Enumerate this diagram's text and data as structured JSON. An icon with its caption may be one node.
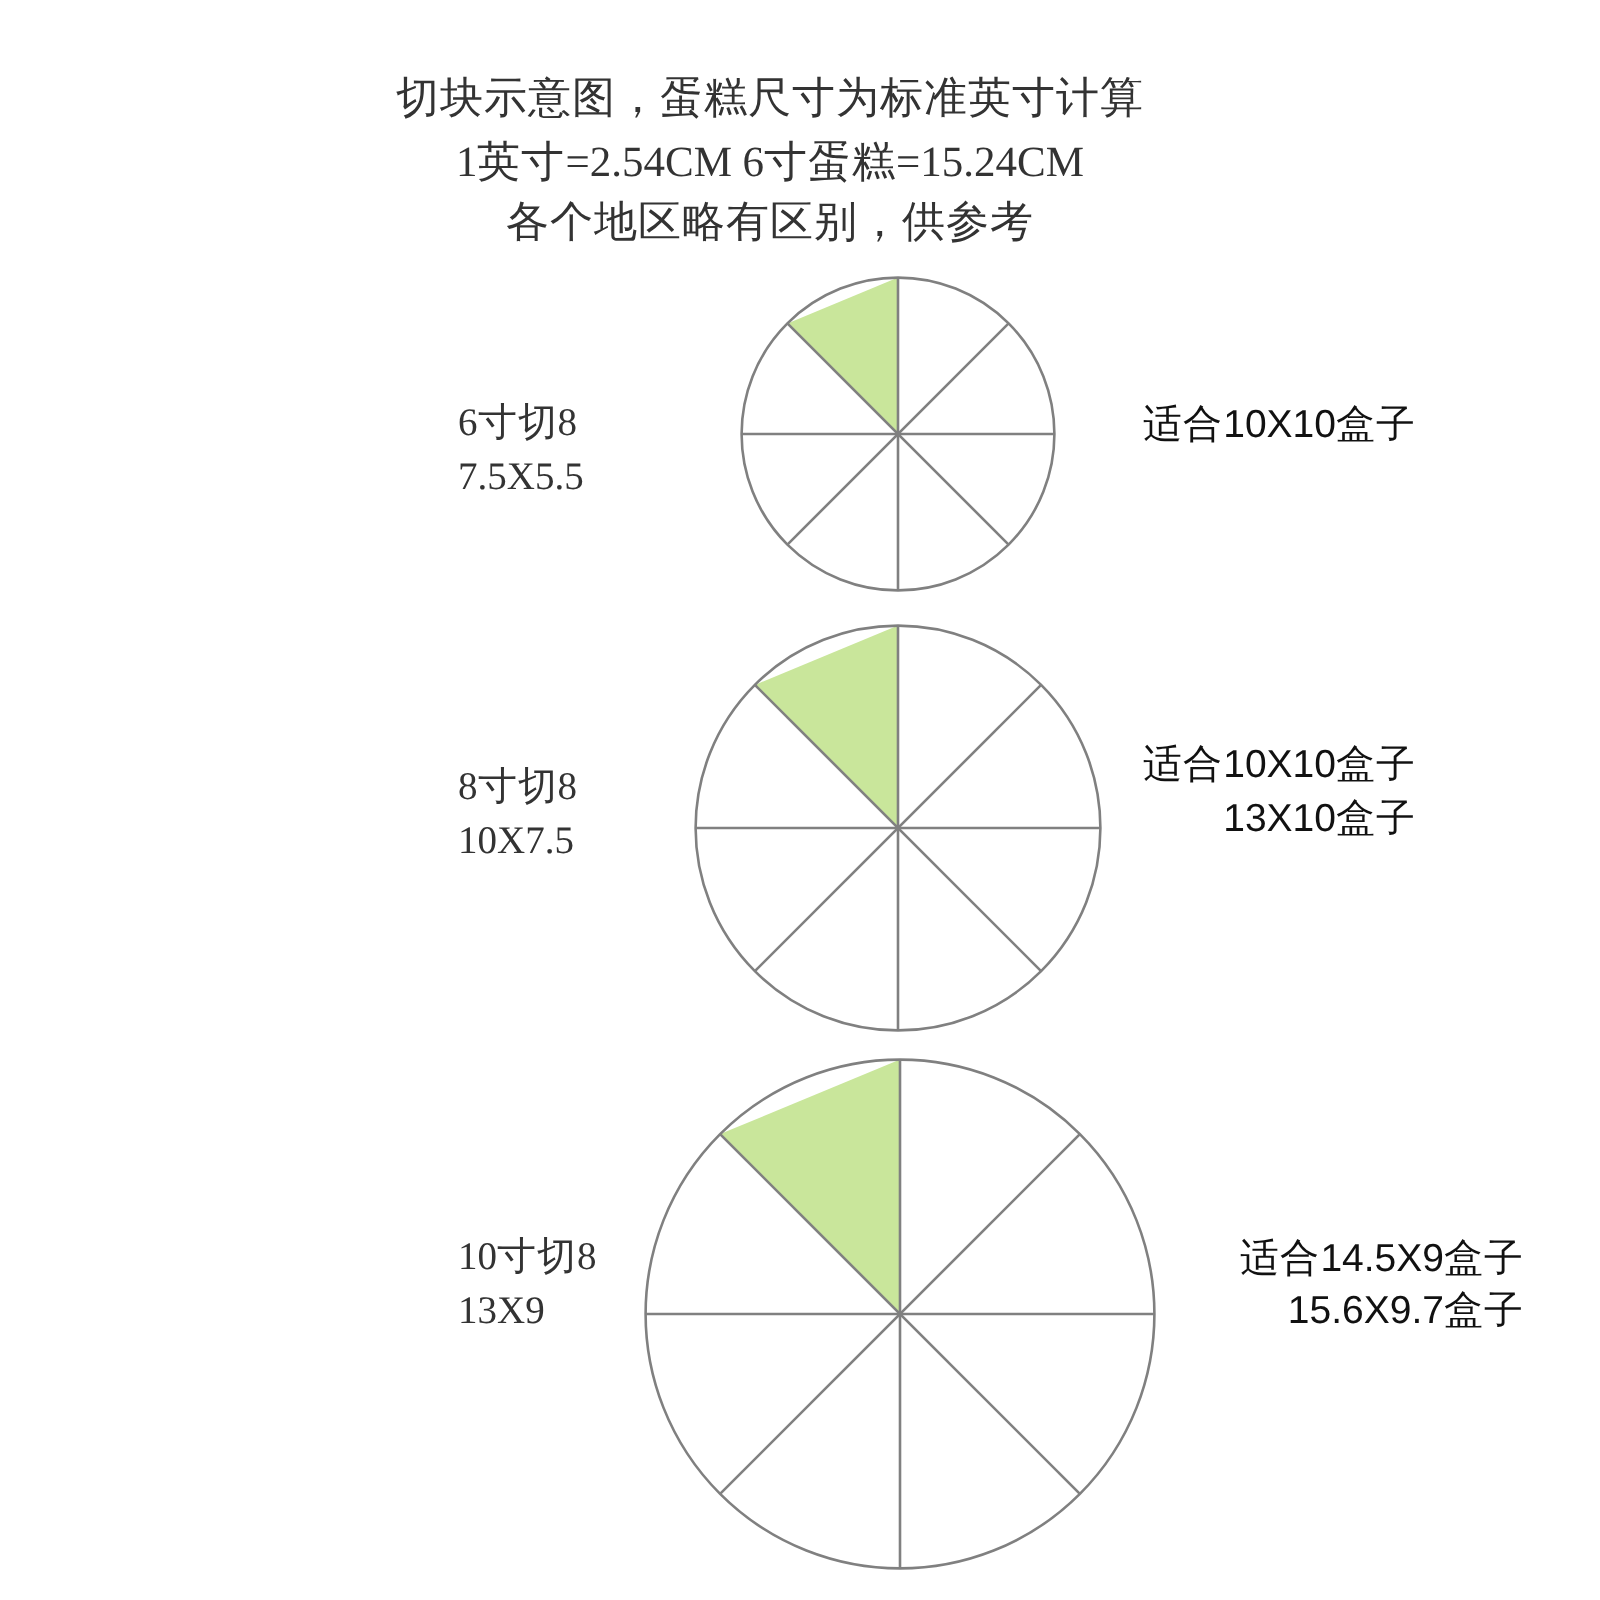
{
  "diagram": {
    "title": "切块示意图，蛋糕尺寸为标准英寸计算",
    "nodes": [
      {
        "text": [],
        "shape": "circle",
        "beside": [
          "6寸切8",
          "7.5X5.5",
          "适合10X10盒子"
        ]
      },
      {
        "text": [],
        "shape": "circle",
        "beside": [
          "8寸切8",
          "10X7.5",
          "适合10X10盒子",
          "13X10盒子"
        ]
      },
      {
        "text": [],
        "shape": "circle",
        "beside": [
          "10寸切8",
          "13X9",
          "适合14.5X9盒子",
          "15.6X9.7盒子"
        ]
      }
    ],
    "labels": [
      "1英寸=2.54CM 6寸蛋糕=15.24CM",
      "各个地区略有区别，供参考"
    ]
  }
}
